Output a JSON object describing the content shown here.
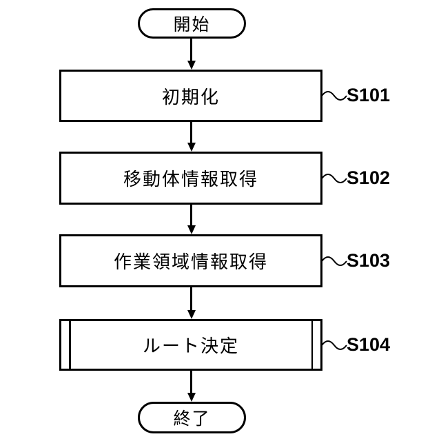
{
  "figure": {
    "type": "flowchart",
    "background_color": "#ffffff",
    "stroke_color": "#000000",
    "start": {
      "label": "開始"
    },
    "end": {
      "label": "終了"
    },
    "steps": [
      {
        "label": "初期化",
        "ref": "S101",
        "type": "process"
      },
      {
        "label": "移動体情報取得",
        "ref": "S102",
        "type": "process"
      },
      {
        "label": "作業領域情報取得",
        "ref": "S103",
        "type": "process"
      },
      {
        "label": "ルート決定",
        "ref": "S104",
        "type": "predefined_process"
      }
    ]
  }
}
